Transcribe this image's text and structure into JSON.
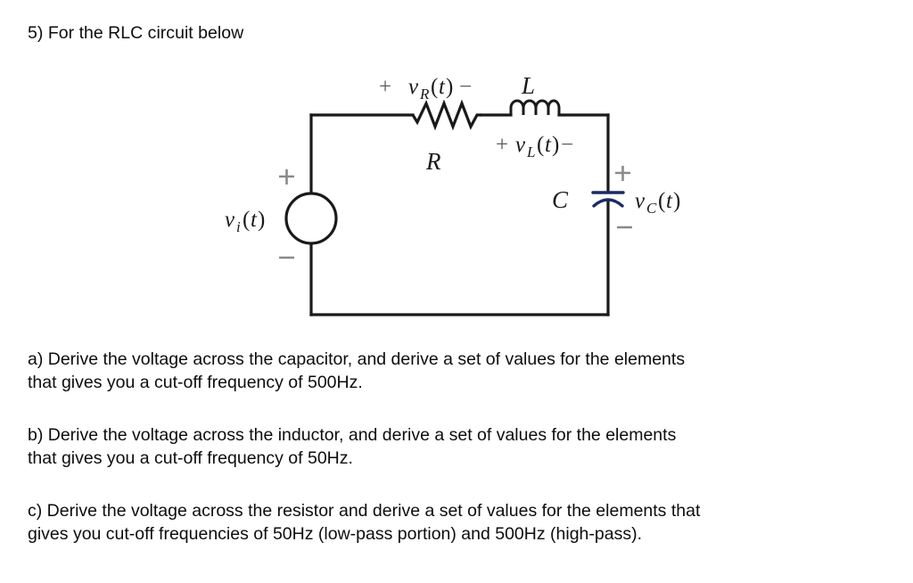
{
  "document": {
    "question_number": "5)",
    "title": "5) For the RLC circuit below"
  },
  "circuit": {
    "type": "series RLC circuit",
    "source_label": "vi(t)",
    "source_plus": "+",
    "source_minus": "−",
    "resistor_label": "R",
    "resistor_voltage_label": "+ vR(t) −",
    "inductor_label": "L",
    "inductor_voltage_label": "+vL(t)−",
    "capacitor_label": "C",
    "capacitor_voltage_label": "vC(t)",
    "capacitor_plus": "+",
    "capacitor_minus": "−",
    "colors": {
      "wire": "#1a1a1a",
      "capacitor": "#1b2a63",
      "sign": "#808080",
      "text": "#1a1a1a"
    }
  },
  "parts": {
    "a": {
      "line1": "a) Derive the voltage across the capacitor, and derive a set of values for the elements",
      "line2": "that gives you a cut-off frequency of 500Hz."
    },
    "b": {
      "line1": "b) Derive the voltage across the inductor, and derive a set of values for the elements",
      "line2": "that gives you a cut-off frequency of 50Hz."
    },
    "c": {
      "line1": "c) Derive the voltage across the resistor and derive a set of values for the elements that",
      "line2": "gives you cut-off frequencies of 50Hz (low-pass portion) and 500Hz (high-pass)."
    }
  }
}
